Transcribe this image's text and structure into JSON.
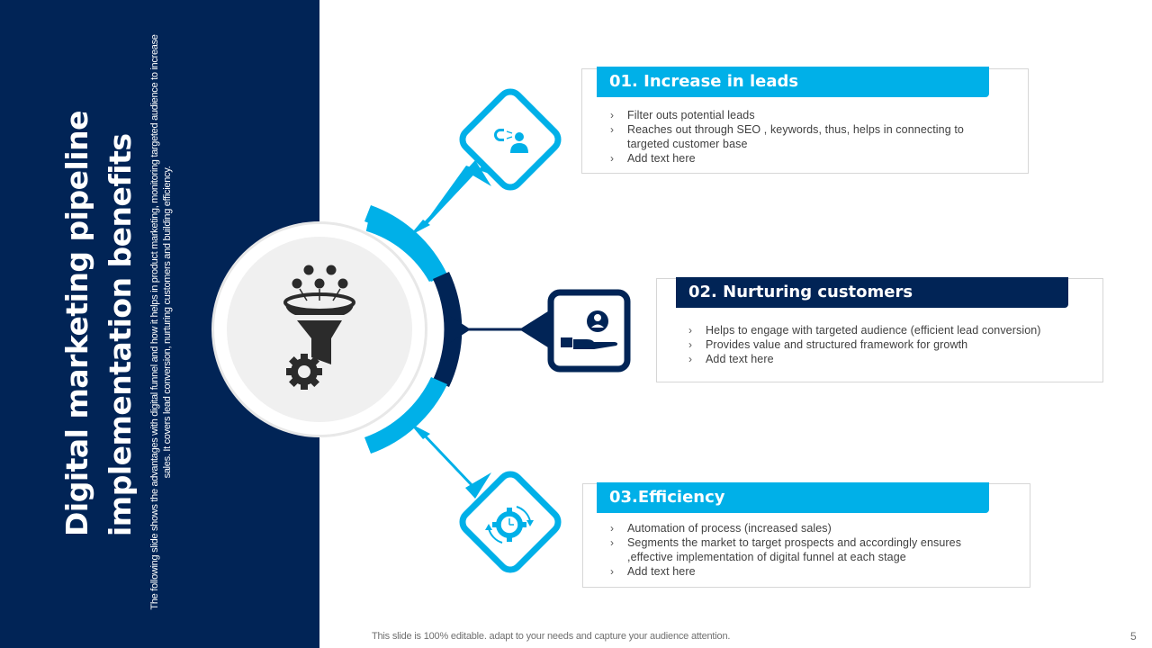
{
  "slide": {
    "title": "Digital marketing pipeline implementation benefits",
    "title_lines": [
      "Digital marketing pipeline",
      "implementation benefits"
    ],
    "description": "The following slide shows the advantages with digital funnel and how it helps in product marketing, monitoring targeted audience to increase sales. It covers lead conversion, nurturing customers and building efficiency.",
    "footer": "This slide is 100% editable. adapt to your needs and capture your audience attention.",
    "page_number": "5"
  },
  "colors": {
    "navy": "#012456",
    "cyan": "#00B0E8",
    "icon_dark": "#2b2b2b",
    "circle_bg": "#f0f0f0"
  },
  "center": {
    "icon": "funnel-gear-icon"
  },
  "items": [
    {
      "heading": "01. Increase in leads",
      "icon": "magnet-user-icon",
      "color": "#00B0E8",
      "bullets": [
        "Filter outs potential leads",
        "Reaches out through SEO , keywords, thus, helps in connecting to targeted customer base",
        "Add text here"
      ]
    },
    {
      "heading": "02. Nurturing customers",
      "icon": "hand-user-icon",
      "color": "#012456",
      "bullets": [
        "Helps to engage with targeted audience (efficient lead conversion)",
        "Provides value and structured framework for growth",
        "Add text here"
      ]
    },
    {
      "heading": "03.Efficiency",
      "icon": "clock-gear-cycle-icon",
      "color": "#00B0E8",
      "bullets": [
        "Automation of process (increased sales)",
        "Segments the market to target prospects and accordingly ensures ,effective implementation of digital funnel at each stage",
        "Add text here"
      ]
    }
  ],
  "bullet_glyph": "›"
}
